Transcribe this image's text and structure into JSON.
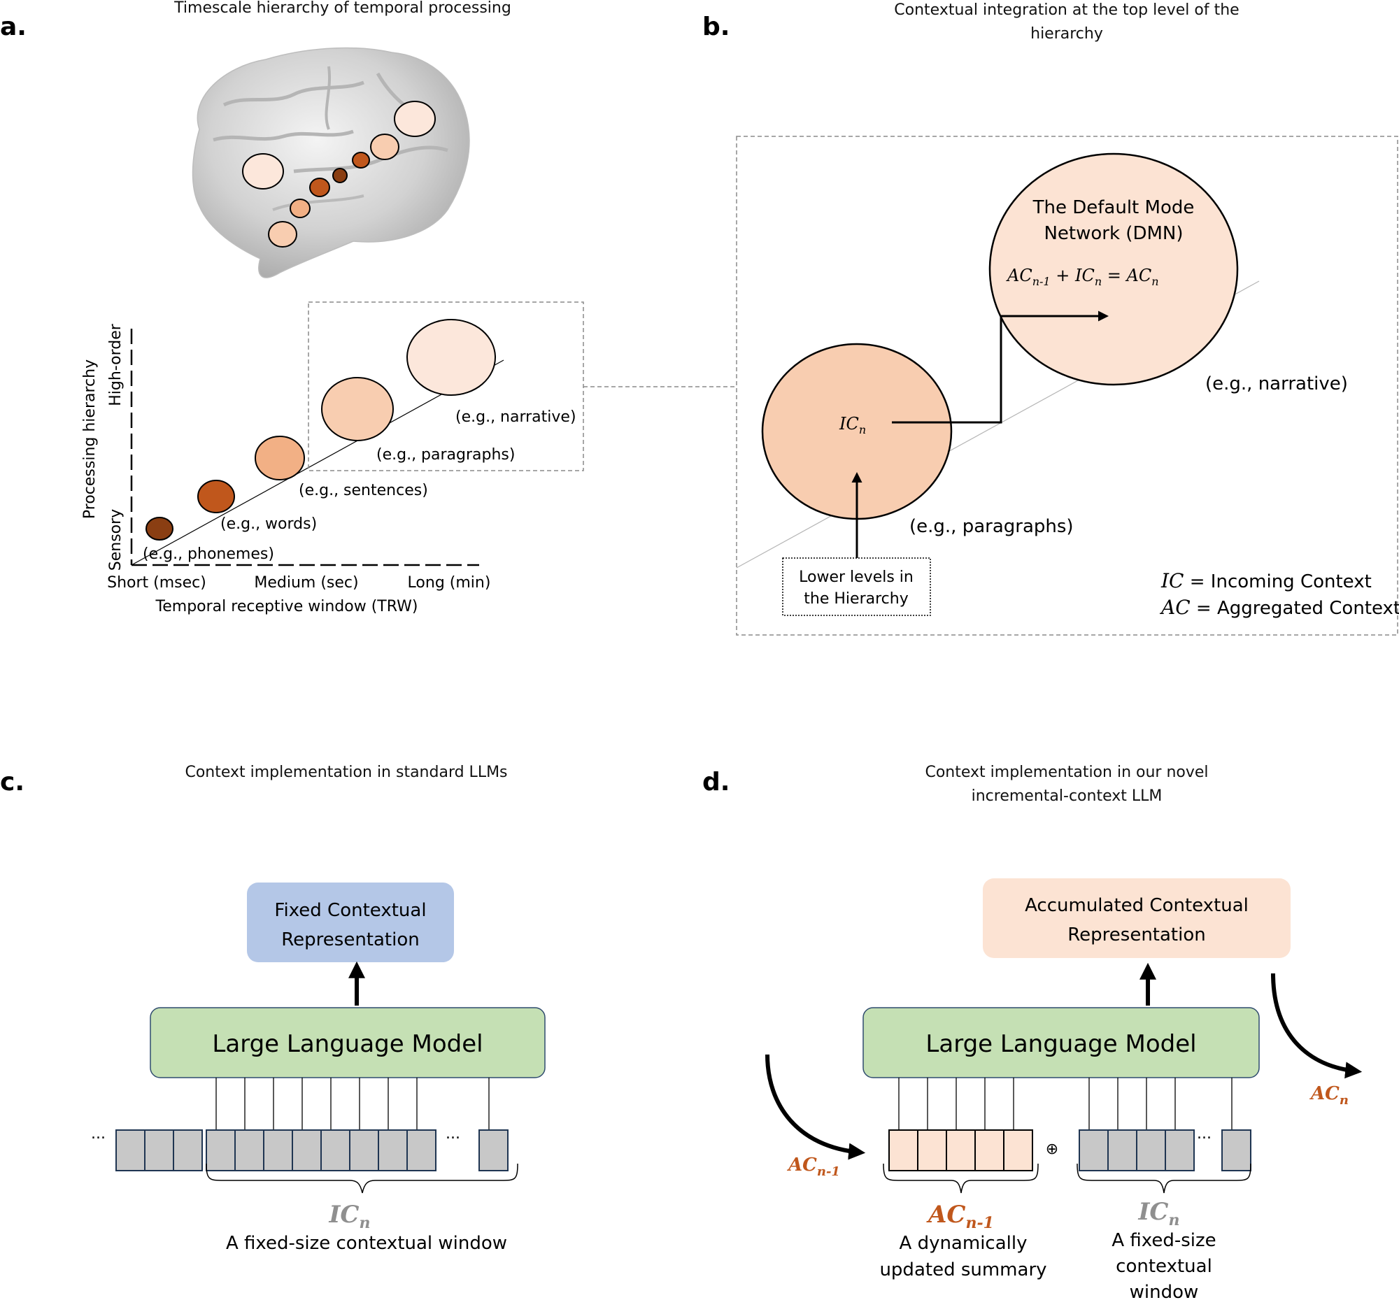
{
  "panels": {
    "a": {
      "letter": "a.",
      "title": "Timescale hierarchy of temporal processing",
      "y_axis_label": "Processing hierarchy",
      "y_low": "Sensory",
      "y_high": "High-order",
      "x_axis_label": "Temporal receptive window (TRW)",
      "x_ticks": [
        "Short (msec)",
        "Medium (sec)",
        "Long (min)"
      ],
      "levels": [
        {
          "label": "(e.g., phonemes)",
          "color": "#8a3e12"
        },
        {
          "label": "(e.g., words)",
          "color": "#c0571c"
        },
        {
          "label": "(e.g., sentences)",
          "color": "#f2b085"
        },
        {
          "label": "(e.g., paragraphs)",
          "color": "#f8cdb0"
        },
        {
          "label": "(e.g., narrative)",
          "color": "#fce7db"
        }
      ]
    },
    "b": {
      "letter": "b.",
      "title_line1": "Contextual integration at the top level of the",
      "title_line2": "hierarchy",
      "dmn_line1": "The Default Mode",
      "dmn_line2": "Network (DMN)",
      "eq": {
        "ac": "AC",
        "prev": "n-1",
        "plus": " + ",
        "ic": "IC",
        "n": "n",
        "equals": " = "
      },
      "paragraphs_label": "(e.g., paragraphs)",
      "narrative_label": "(e.g., narrative)",
      "lower_box_line1": "Lower levels in",
      "lower_box_line2": "the Hierarchy",
      "legend": [
        {
          "sym": "IC",
          "eq": " = Incoming Context"
        },
        {
          "sym": "AC",
          "eq": " = Aggregated Context"
        }
      ],
      "colors": {
        "dmn": "#fce3d3",
        "ic": "#f8cdb0"
      }
    },
    "c": {
      "letter": "c.",
      "title": "Context implementation in standard LLMs",
      "output_line1": "Fixed Contextual",
      "output_line2": "Representation",
      "model_label": "Large Language Model",
      "ellipsis": "...",
      "window_sym": "IC",
      "window_sub": "n",
      "window_desc": "A fixed-size contextual window",
      "colors": {
        "output": "#b4c7e7",
        "model": "#c5e0b4",
        "token": "#c8c8c8"
      }
    },
    "d": {
      "letter": "d.",
      "title_line1": "Context implementation in our novel",
      "title_line2": "incremental-context LLM",
      "output_line1": "Accumulated Contextual",
      "output_line2": "Representation",
      "model_label": "Large Language Model",
      "ac_in_sym": "AC",
      "ac_in_sub": "n-1",
      "ac_out_sym": "AC",
      "ac_out_sub": "n",
      "oplus": "⊕",
      "ellipsis": "...",
      "summary_sym": "AC",
      "summary_sub": "n-1",
      "summary_line1": "A dynamically",
      "summary_line2": "updated summary",
      "window_sym": "IC",
      "window_sub": "n",
      "window_line1": "A fixed-size",
      "window_line2": "contextual",
      "window_line3": "window",
      "colors": {
        "output": "#fce3d3",
        "model": "#c5e0b4",
        "summary_token": "#fce3d3",
        "token": "#c8c8c8",
        "accent": "#c0571c"
      }
    }
  }
}
